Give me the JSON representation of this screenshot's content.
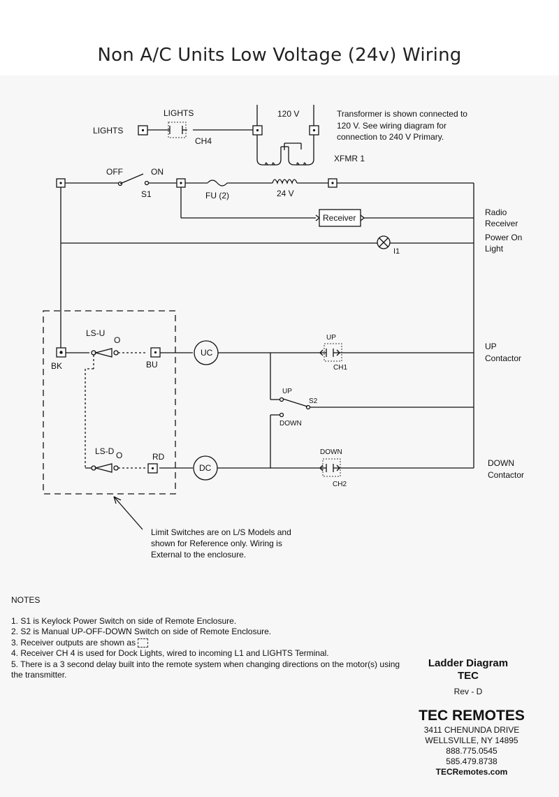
{
  "page_title": "Non A/C Units Low Voltage (24v) Wiring",
  "diagram": {
    "lights_left": "LIGHTS",
    "lights_top": "LIGHTS",
    "ch4": "CH4",
    "v120": "120 V",
    "xfmr_note": [
      "Transformer is shown connected to",
      "120 V. See wiring diagram for",
      "connection to 240 V Primary."
    ],
    "xfmr": "XFMR 1",
    "off": "OFF",
    "on": "ON",
    "s1": "S1",
    "fu": "FU (2)",
    "v24": "24 V",
    "receiver": "Receiver",
    "radio_receiver": [
      "Radio",
      "Receiver"
    ],
    "i1": "I1",
    "power_on_light": [
      "Power On",
      "Light"
    ],
    "ls_u": "LS-U",
    "ls_u_o": "O",
    "bk": "BK",
    "bu": "BU",
    "uc": "UC",
    "up_small": "UP",
    "ch1": "CH1",
    "up_contactor": [
      "UP",
      "Contactor"
    ],
    "s2_up": "UP",
    "s2": "S2",
    "s2_down": "DOWN",
    "ls_d": "LS-D",
    "ls_d_o": "O",
    "rd": "RD",
    "dc": "DC",
    "down_small": "DOWN",
    "ch2": "CH2",
    "down_contactor": [
      "DOWN",
      "Contactor"
    ],
    "limit_note": [
      "Limit Switches are on L/S Models and",
      "shown for Reference only. Wiring is",
      "External to the enclosure."
    ]
  },
  "notes": {
    "title": "NOTES",
    "items": [
      "1. S1 is Keylock Power Switch on side of Remote Enclosure.",
      "2. S2 is Manual UP-OFF-DOWN Switch on side of Remote Enclosure.",
      "3. Receiver outputs are shown as",
      "4. Receiver CH 4 is used for Dock Lights, wired to incoming L1 and LIGHTS Terminal.",
      "5. There is a 3 second delay built into the remote system when changing directions on the motor(s) using the transmitter."
    ]
  },
  "ladder": {
    "line1": "Ladder Diagram",
    "line2": "TEC",
    "rev": "Rev - D"
  },
  "company": {
    "name": "TEC REMOTES",
    "address1": "3411 CHENUNDA DRIVE",
    "address2": "WELLSVILLE, NY 14895",
    "phone1": "888.775.0545",
    "phone2": "585.479.8738",
    "website": "TECRemotes.com"
  }
}
